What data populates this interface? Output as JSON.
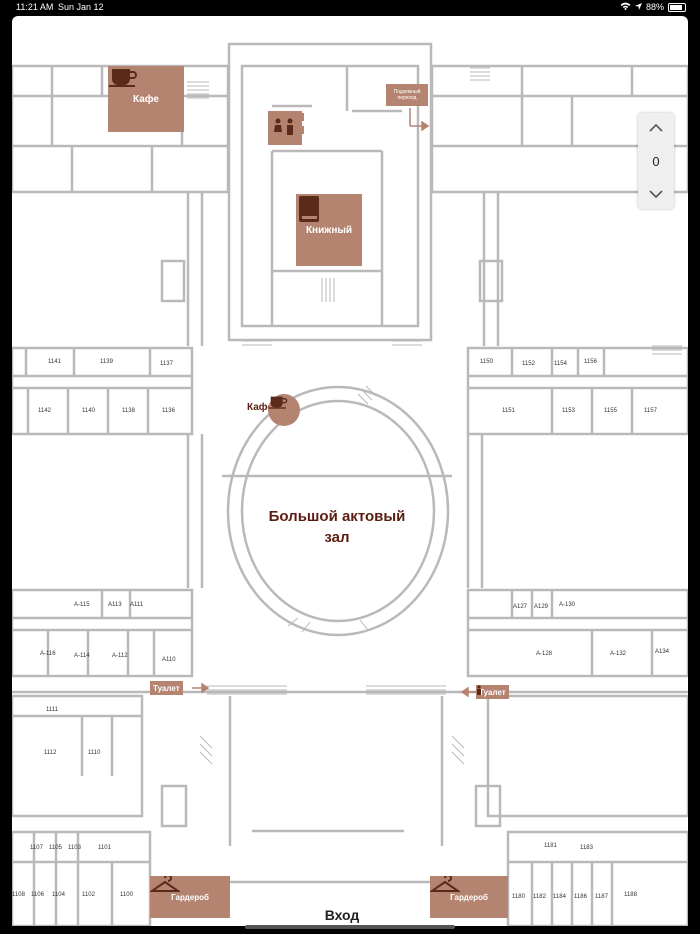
{
  "status_bar": {
    "time": "11:21 AM",
    "date": "Sun Jan 12",
    "battery": "88%",
    "battery_level": 0.88
  },
  "floor_control": {
    "value": "0"
  },
  "map": {
    "pois": {
      "cafe_top": "Кафе",
      "bookshop": "Книжный",
      "underpass_line1": "Подземный",
      "underpass_line2": "переход",
      "cafe_circle": "Кафе",
      "hall_line1": "Большой актовый",
      "hall_line2": "зал",
      "toilet_left": "Туалет",
      "toilet_right": "Туалет",
      "cloakroom_left": "Гардероб",
      "cloakroom_right": "Гардероб",
      "entrance": "Вход"
    },
    "rooms": [
      "1141",
      "1139",
      "1137",
      "1142",
      "1140",
      "1138",
      "1136",
      "1150",
      "1152",
      "1154",
      "1156",
      "1151",
      "1153",
      "1155",
      "1157",
      "А-115",
      "А113",
      "А111",
      "А-116",
      "А-114",
      "А-112",
      "А110",
      "А127",
      "А129",
      "А-130",
      "А-128",
      "А-132",
      "А134",
      "1111",
      "1112",
      "1110",
      "1107",
      "1105",
      "1103",
      "1101",
      "1108",
      "1106",
      "1104",
      "1102",
      "1100",
      "1181",
      "1183",
      "1180",
      "1182",
      "1184",
      "1186",
      "1187",
      "1188"
    ]
  },
  "colors": {
    "poi_fill": "#b48470",
    "wall": "#b9b9b9",
    "hall_text": "#5b1d12"
  }
}
